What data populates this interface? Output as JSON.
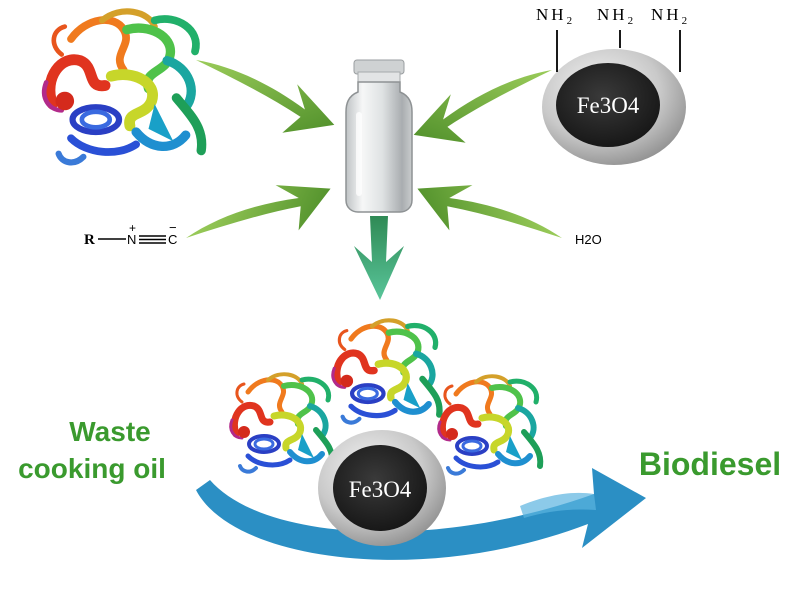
{
  "reagents": {
    "nanoparticle_label": "Fe3O4",
    "amine_labels": [
      "NH",
      "NH",
      "NH"
    ],
    "amine_subscript": "2",
    "isocyanide": {
      "r_group": "R",
      "nitrogen": "N",
      "carbon": "C",
      "charge_plus": "+",
      "charge_minus": "−"
    },
    "water_label": "H2O"
  },
  "product": {
    "nanoparticle_label": "Fe3O4"
  },
  "process": {
    "input_label_line1": "Waste",
    "input_label_line2": "cooking oil",
    "output_label": "Biodiesel"
  },
  "colors": {
    "arrow_green": "#6ea83a",
    "arrow_teal": "#3aa87a",
    "process_arrow": "#2b8fc4",
    "label_green": "#3a9a2e",
    "core_dark": "#2b2b2b",
    "shell_gray": "#b9b9b9"
  }
}
